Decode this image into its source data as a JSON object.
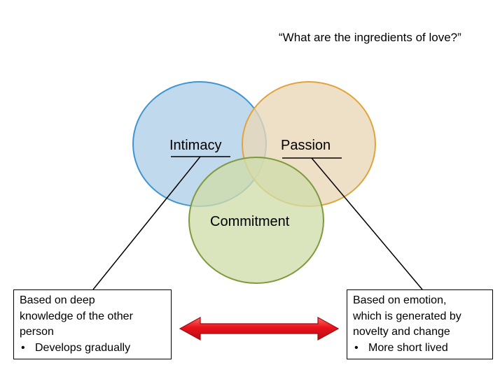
{
  "title": "“What are the ingredients of love?”",
  "circles": {
    "intimacy": {
      "label": "Intimacy",
      "fill": "#b3d1e8",
      "stroke": "#3e95cf"
    },
    "passion": {
      "label": "Passion",
      "fill": "#e9d7b6",
      "stroke": "#e1a33a"
    },
    "commitment": {
      "label": "Commitment",
      "fill": "#cfdcab",
      "stroke": "#7f9a3e"
    }
  },
  "notes": {
    "left": {
      "lines": [
        "Based on deep",
        "knowledge of the other",
        "person"
      ],
      "bullet": "Develops gradually"
    },
    "right": {
      "lines": [
        "Based on emotion,",
        "which is generated by",
        "novelty and change"
      ],
      "bullet": "More short lived"
    }
  },
  "bullet_glyph": "•",
  "arrow": {
    "fill": "#e8121b",
    "stroke": "#9e0d12"
  }
}
